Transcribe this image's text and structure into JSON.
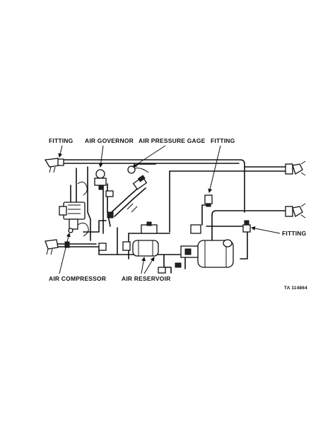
{
  "labels": {
    "fitting_left": "FITTING",
    "air_governor": "AIR GOVERNOR",
    "air_pressure_gage": "AIR PRESSURE GAGE",
    "fitting_top_right": "FITTING",
    "fitting_right": "FITTING",
    "air_compressor": "AIR COMPRESSOR",
    "air_reservoir": "AIR RESERVOIR",
    "figure_id": "TA 114864"
  }
}
